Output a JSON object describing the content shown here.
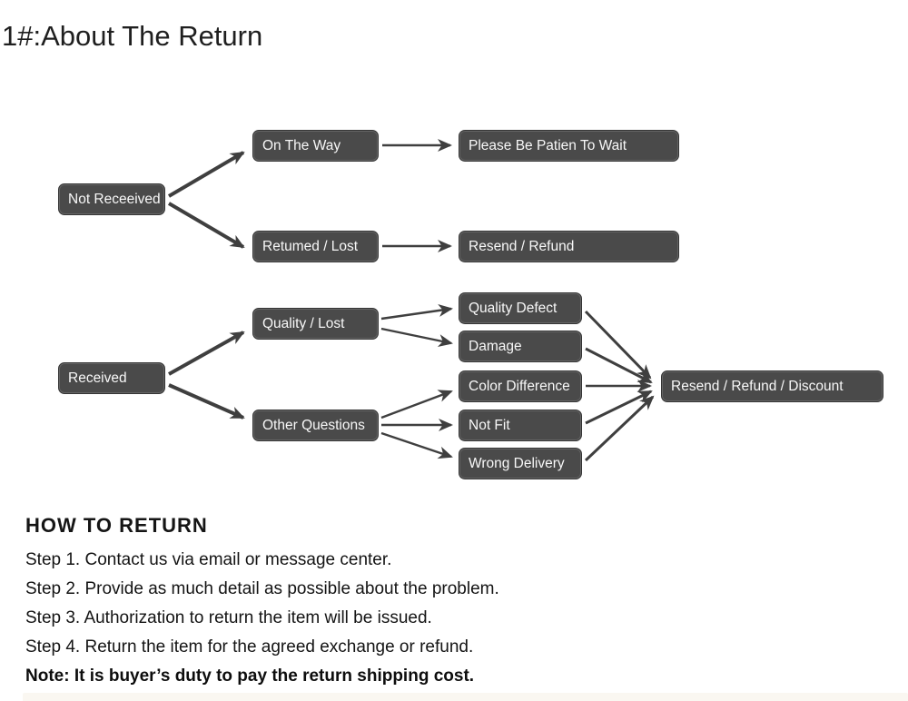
{
  "page": {
    "title": "1#:About The Return",
    "background_color": "#ffffff"
  },
  "flowchart": {
    "box_color": "#4a4a4a",
    "box_border_color": "#343434",
    "box_text_color": "#f8f8f8",
    "arrow_color": "#3f3f3f",
    "nodes": {
      "not_received": "Not Receeived",
      "on_the_way": "On The Way",
      "please_be_patient": "Please Be Patien To Wait",
      "returned_lost": "Retumed / Lost",
      "resend_refund": "Resend / Refund",
      "received": "Received",
      "quality_lost": "Quality / Lost",
      "other_questions": "Other Questions",
      "quality_defect": "Quality Defect",
      "damage": "Damage",
      "color_difference": "Color Difference",
      "not_fit": "Not Fit",
      "wrong_delivery": "Wrong Delivery",
      "resend_refund_discount": "Resend / Refund / Discount"
    }
  },
  "how_to_return": {
    "heading": "HOW TO RETURN",
    "steps": [
      "Step 1. Contact us via email or message center.",
      "Step 2. Provide as much detail as possible about the problem.",
      "Step 3. Authorization to return the item will be issued.",
      "Step 4. Return the item for the agreed exchange or refund."
    ],
    "note": "Note: It is buyer’s duty to pay the return shipping cost."
  }
}
